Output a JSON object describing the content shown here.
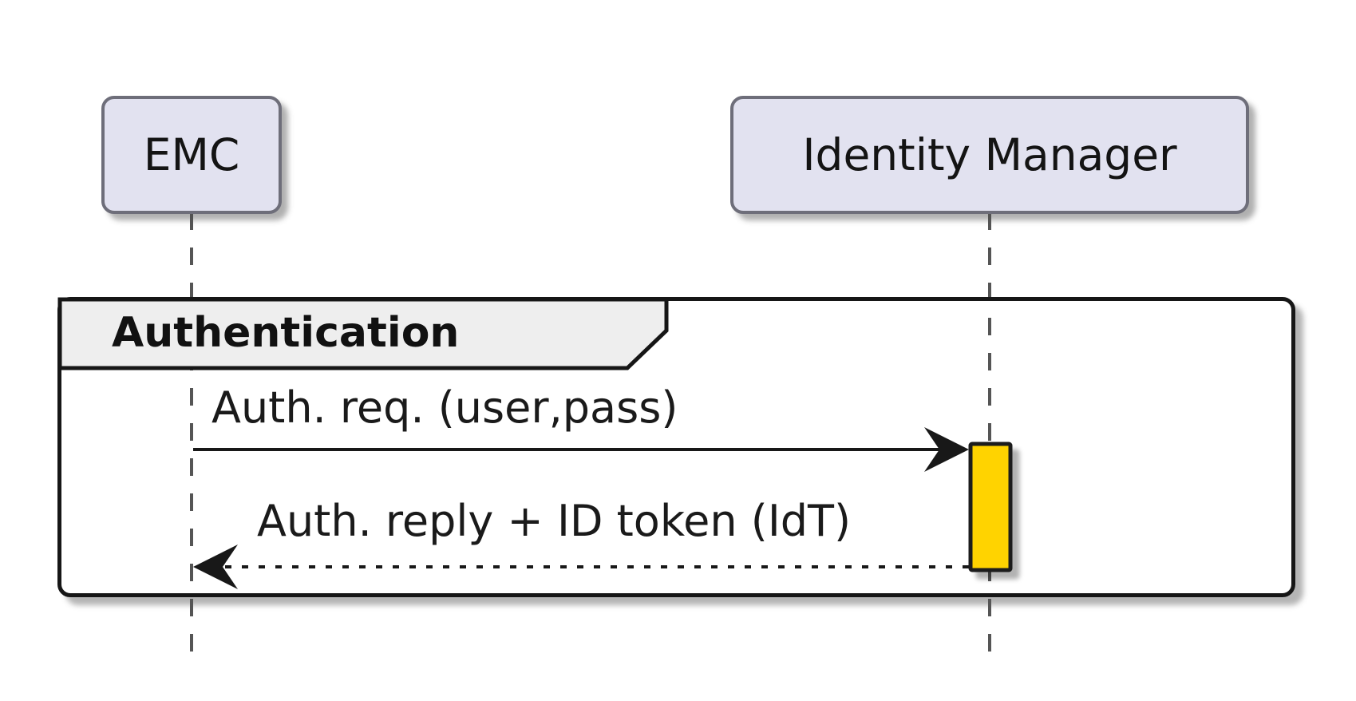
{
  "diagram": {
    "type": "sequence-diagram",
    "participants": [
      {
        "id": "emc",
        "label": "EMC"
      },
      {
        "id": "identity-manager",
        "label": "Identity Manager"
      }
    ],
    "group": {
      "kind": "group-frame",
      "label": "Authentication"
    },
    "messages": [
      {
        "from": "EMC",
        "to": "Identity Manager",
        "label": "Auth. req. (user,pass)",
        "line_style": "solid",
        "direction": "right"
      },
      {
        "from": "Identity Manager",
        "to": "EMC",
        "label": "Auth. reply + ID token (IdT)",
        "line_style": "dotted",
        "direction": "left"
      }
    ],
    "activation": {
      "on": "Identity Manager",
      "fill": "#FFD300"
    },
    "colors": {
      "participant_fill": "#E2E2F0",
      "participant_border": "#6E6E7A",
      "frame_border": "#161616",
      "frame_label_fill": "#EEEEEE",
      "activation_fill": "#FFD300",
      "activation_border": "#1A1A1A",
      "message_line": "#181818",
      "lifeline": "#555555",
      "background": "#FFFFFF"
    }
  }
}
